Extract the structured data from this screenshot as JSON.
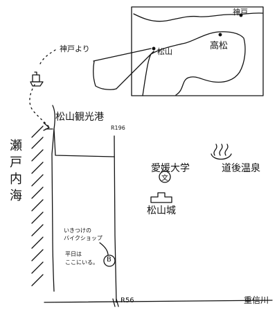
{
  "inset": {
    "kobe_label": "神戸",
    "takamatsu_label": "高松",
    "matsuyama_label": "松山"
  },
  "ferry": {
    "label": "神戸より"
  },
  "port": {
    "label": "松山観光港"
  },
  "roads": {
    "r196": "R196",
    "r56": "R56"
  },
  "sea": {
    "label": "瀬戸内海"
  },
  "landmarks": {
    "university": "愛媛大学",
    "university_symbol": "文",
    "onsen": "道後温泉",
    "castle": "松山城"
  },
  "bike_shop": {
    "note_line1": "いきつけの",
    "note_line2": "バイクショップ",
    "note_line3": "平日は",
    "note_line4": "ここにいる。",
    "marker": "B"
  },
  "station": {
    "label": "重信川"
  }
}
